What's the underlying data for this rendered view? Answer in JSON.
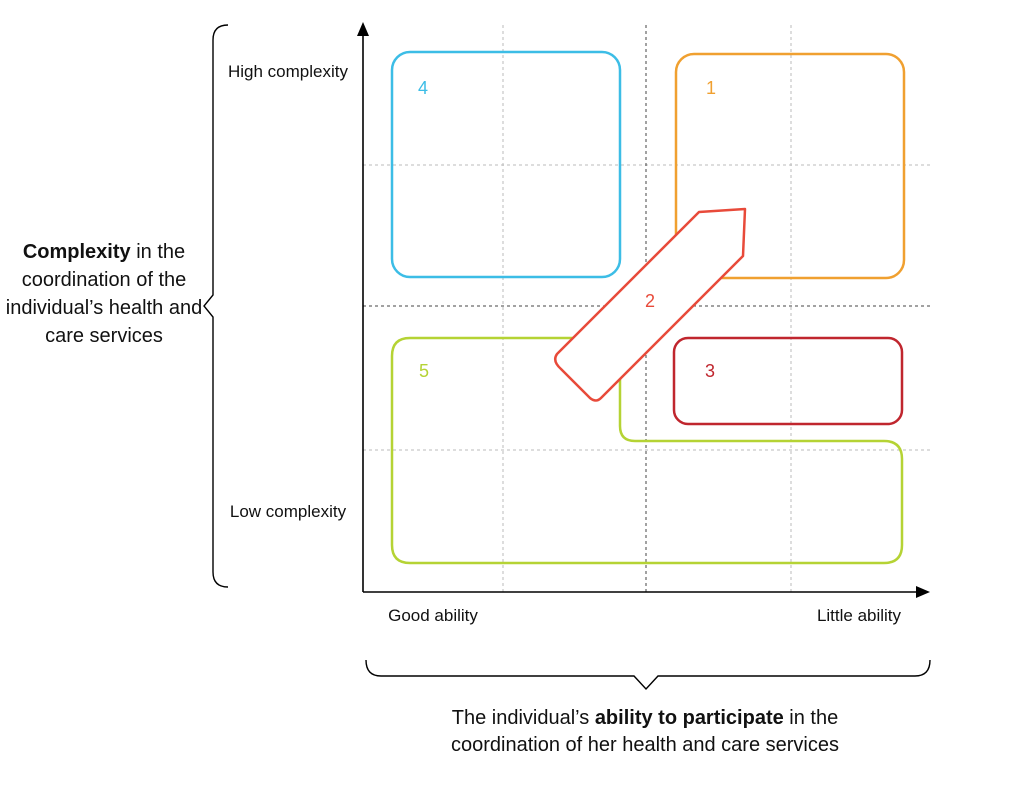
{
  "y_axis": {
    "title_bold": "Complexity",
    "title_rest": " in the coordination of the individual’s health and care services",
    "high_label": "High complexity",
    "low_label": "Low complexity"
  },
  "x_axis": {
    "title_pre": "The individual’s ",
    "title_bold": "ability to participate",
    "title_rest": " in the coordination of her health and care services",
    "left_label": "Good ability",
    "right_label": "Little ability"
  },
  "zones": [
    {
      "id": "1",
      "color": "#f0a030"
    },
    {
      "id": "2",
      "color": "#e84a3a"
    },
    {
      "id": "3",
      "color": "#c0262e"
    },
    {
      "id": "4",
      "color": "#3cbde6"
    },
    {
      "id": "5",
      "color": "#b5d334"
    }
  ]
}
